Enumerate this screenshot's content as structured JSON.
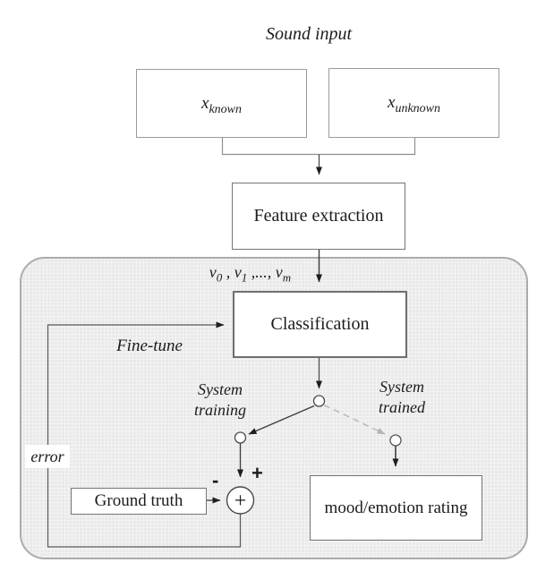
{
  "title": "Sound input",
  "colors": {
    "panel_fill": "#e9e9e9",
    "panel_border": "#ababab",
    "box_border": "#9b9b9b",
    "line_dark": "#3d3d3d",
    "line_gray": "#8f8f8f",
    "dashed_line": "#b5b5b5",
    "text": "#1c1c1c"
  },
  "nodes": {
    "x_known": {
      "base": "x",
      "sub": "known"
    },
    "x_unknown": {
      "base": "x",
      "sub": "unknown"
    },
    "feature_extraction": "Feature extraction",
    "classification": "Classification",
    "ground_truth": "Ground truth",
    "mood_rating": "mood/emotion rating"
  },
  "labels": {
    "feature_vector": {
      "b1": "v",
      "s1": "0",
      "sep1": " , ",
      "b2": "v",
      "s2": "1",
      "sep2": " ,..., ",
      "b3": "v",
      "s3": "m"
    },
    "fine_tune": "Fine-tune",
    "system_training": {
      "line1": "System",
      "line2": "training"
    },
    "system_trained": {
      "line1": "System",
      "line2": "trained"
    },
    "error": "error",
    "sum_symbol": "+",
    "sum_input_plus": "+",
    "sum_input_minus": "-"
  }
}
